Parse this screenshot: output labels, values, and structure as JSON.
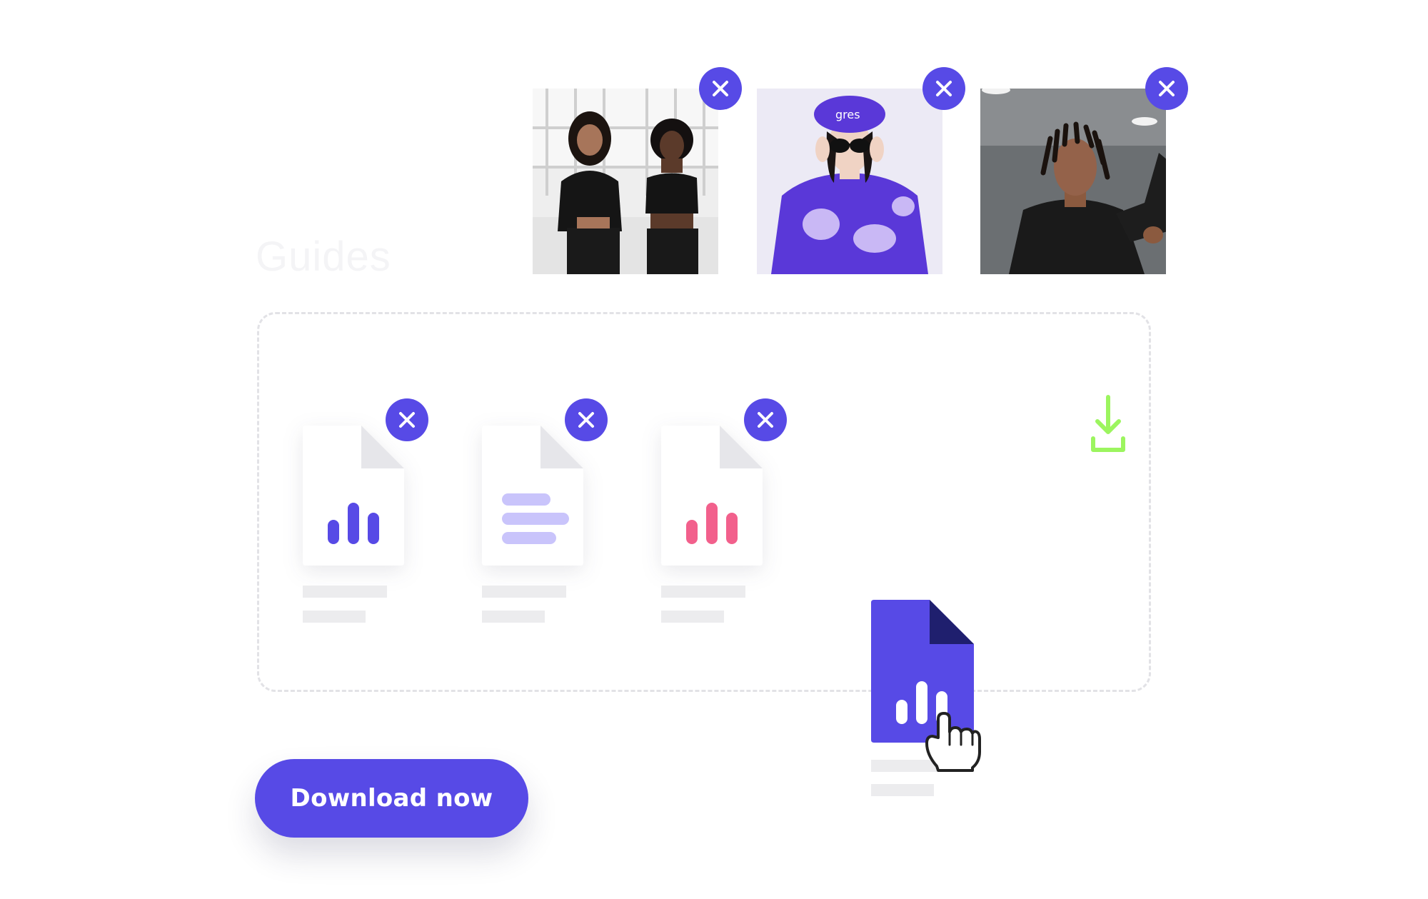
{
  "ghost_title": "Guides",
  "photos": [
    {
      "subject": "two-women-fitness-photo"
    },
    {
      "subject": "woman-purple-beret-sunglasses-photo"
    },
    {
      "subject": "man-dreadlocks-black-shirt-photo"
    }
  ],
  "files": [
    {
      "icon": "bar-chart-icon",
      "accent_color": "#574ae6"
    },
    {
      "icon": "text-lines-icon",
      "accent_color": "#c9c4fb"
    },
    {
      "icon": "bar-chart-icon",
      "accent_color": "#f2608c"
    }
  ],
  "dragged_file": {
    "icon": "bar-chart-icon",
    "color": "#574ae6"
  },
  "download_button": {
    "label": "Download now"
  },
  "colors": {
    "brand": "#574ae6",
    "download_arrow": "#9cf55f",
    "pink": "#f2608c"
  }
}
